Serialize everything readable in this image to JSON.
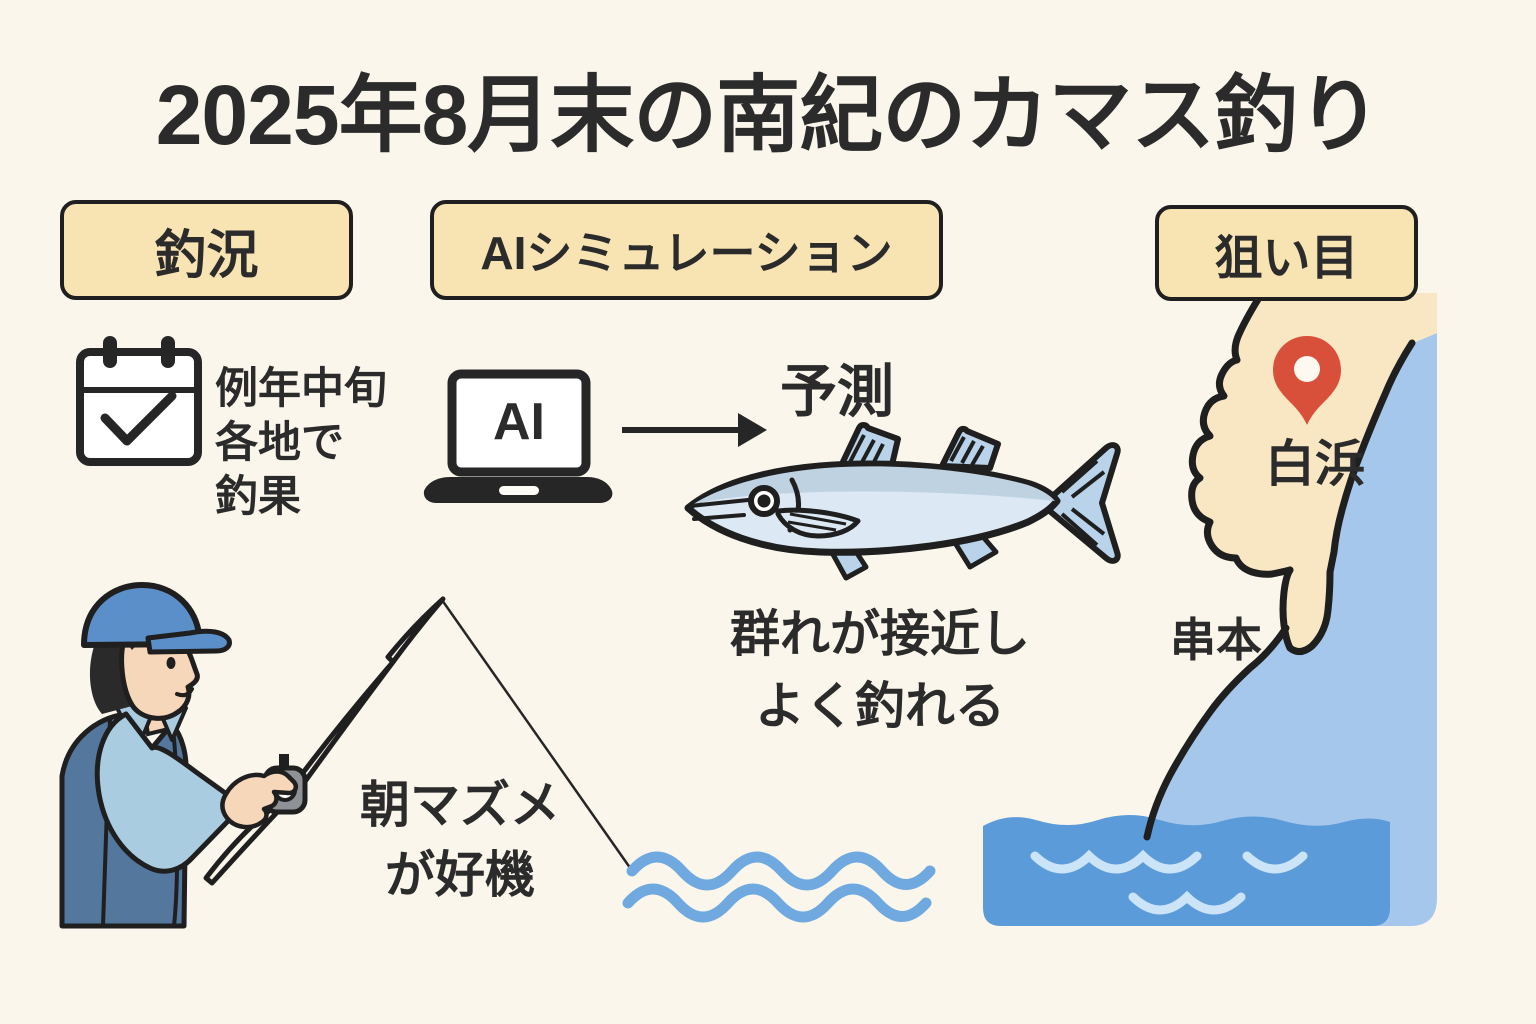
{
  "title": "2025年8月末の南紀のカマス釣り",
  "sections": {
    "conditions": {
      "badge": "釣況",
      "note_lines": [
        "例年中旬",
        "各地で",
        "釣果"
      ]
    },
    "simulation": {
      "badge": "AIシミュレーション",
      "laptop_screen": "AI",
      "output_label": "予測",
      "forecast_lines": [
        "群れが接近し",
        "よく釣れる"
      ]
    },
    "target": {
      "badge": "狙い目",
      "locations": {
        "pinned": "白浜",
        "other": "串本"
      }
    }
  },
  "tip_lines": [
    "朝マズメ",
    "が好機"
  ],
  "icons": {
    "calendar": "calendar-check-icon",
    "laptop": "ai-laptop-icon",
    "arrow": "right-arrow-icon",
    "fish": "barracuda-fish-illustration",
    "pin": "location-pin-icon",
    "fisherman": "fisherman-illustration",
    "waves": "wave-lines-icon",
    "water": "sea-water-block"
  },
  "colors": {
    "background": "#FBF6EB",
    "text": "#2B2B2B",
    "badge_fill": "#F8E3B2",
    "outline": "#1F1F1F",
    "land": "#F9E7C4",
    "sea": "#A6C7EC",
    "deep_water": "#5C9BD9",
    "wave_squiggle": "#CBE4F7",
    "wave_line": "#6FA9DF",
    "pin": "#D9503A",
    "fish_back": "#BFD2E2",
    "fish_belly": "#DCE8F3",
    "fish_fin": "#B9D4EA",
    "cap": "#5B8FC9",
    "vest": "#54779E",
    "sleeve": "#A9CCE1",
    "skin": "#F7D7B9",
    "reel": "#8E9296"
  }
}
